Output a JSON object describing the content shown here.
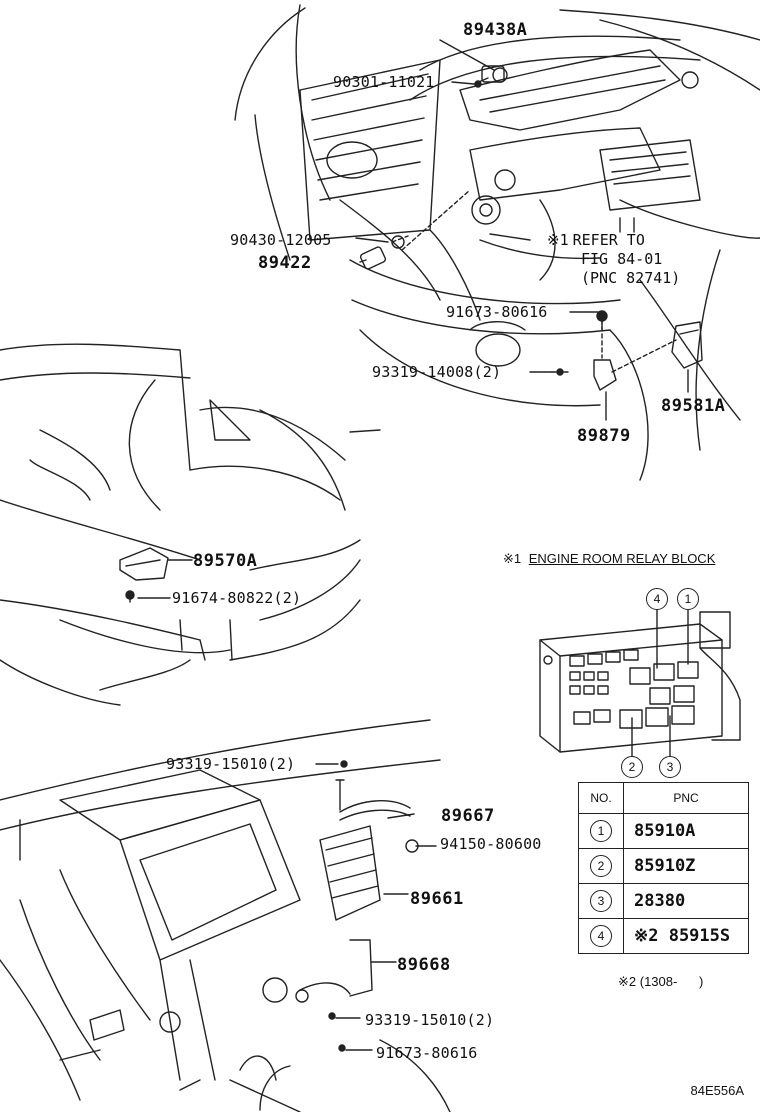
{
  "labels": {
    "p89438A": "89438A",
    "p90301": "90301-11021",
    "p90430": "90430-12005",
    "p89422": "89422",
    "refer_line1": "REFER TO",
    "refer_line2": "FIG 84-01",
    "refer_line3": "(PNC 82741)",
    "refer_mark": "※1",
    "p91673a": "91673-80616",
    "p93319a": "93319-14008(2)",
    "p89581A": "89581A",
    "p89879": "89879",
    "p89570A": "89570A",
    "p91674": "91674-80822(2)",
    "p93319b": "93319-15010(2)",
    "p89667": "89667",
    "p94150": "94150-80600",
    "p89661": "89661",
    "p89668": "89668",
    "p93319c": "93319-15010(2)",
    "p91673b": "91673-80616"
  },
  "relay_block": {
    "caption_mark": "※1",
    "caption": "ENGINE ROOM RELAY BLOCK",
    "callouts": [
      "1",
      "2",
      "3",
      "4"
    ]
  },
  "pnc_table": {
    "header_no": "NO.",
    "header_pnc": "PNC",
    "rows": [
      {
        "no": "1",
        "pnc": "85910A"
      },
      {
        "no": "2",
        "pnc": "85910Z"
      },
      {
        "no": "3",
        "pnc": "28380"
      },
      {
        "no": "4",
        "pnc": "※2 85915S"
      }
    ]
  },
  "footnote": "※2 (1308-      )",
  "figure_code": "84E556A"
}
